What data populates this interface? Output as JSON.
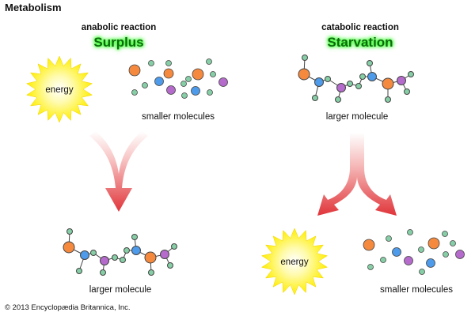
{
  "title": "Metabolism",
  "anabolic": {
    "heading": "anabolic reaction",
    "status": "Surplus",
    "inputs_label": "smaller molecules",
    "energy_label": "energy",
    "product_label": "larger molecule"
  },
  "catabolic": {
    "heading": "catabolic reaction",
    "status": "Starvation",
    "input_label": "larger molecule",
    "energy_label": "energy",
    "products_label": "smaller molecules"
  },
  "copyright": "© 2013 Encyclopædia Britannica, Inc.",
  "colors": {
    "orange": "#f58a3f",
    "blue": "#4d9bea",
    "purple": "#b56bcc",
    "green": "#86cfa6",
    "status_glow": "#39ff2e",
    "arrow_red": "#e0353a",
    "starburst": "#ffee00"
  }
}
